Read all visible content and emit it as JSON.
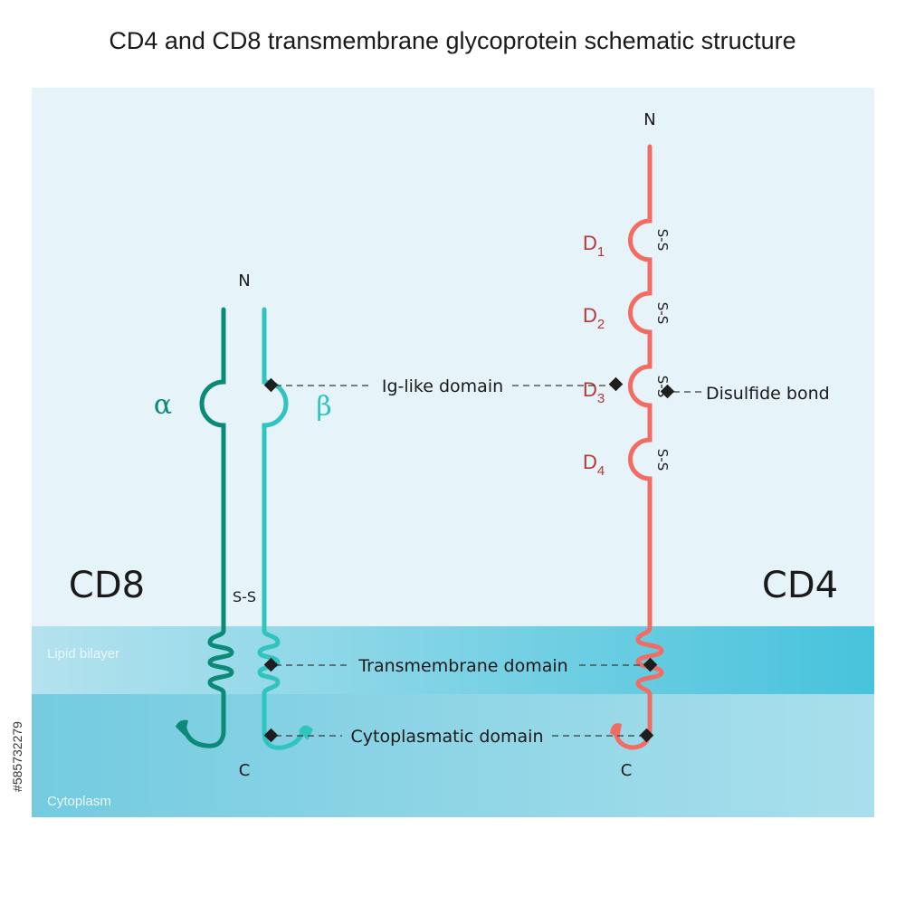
{
  "title": "CD4 and CD8 transmembrane glycoprotein schematic structure",
  "regions": {
    "lipid_bilayer": "Lipid bilayer",
    "cytoplasm": "Cytoplasm"
  },
  "cd8": {
    "name": "CD8",
    "n_terminus": "N",
    "c_terminus": "C",
    "alpha": "α",
    "beta": "β",
    "disulfide": "S-S"
  },
  "cd4": {
    "name": "CD4",
    "n_terminus": "N",
    "c_terminus": "C",
    "domain_letter": "D",
    "domains": [
      "1",
      "2",
      "3",
      "4"
    ],
    "disulfide": "S-S"
  },
  "annotations": {
    "ig_like": "Ig-like domain",
    "disulfide_bond": "Disulfide bond",
    "transmembrane": "Transmembrane domain",
    "cytoplasmatic": "Cytoplasmatic domain"
  },
  "stock_id": "#585732279",
  "colors": {
    "cd8_alpha": "#0b8a78",
    "cd8_beta": "#2fc4c0",
    "cd4": "#f36c64",
    "domain_label": "#b5373a",
    "extracellular_bg": "#e6f3f8",
    "bilayer_light": "#a6dbe9",
    "bilayer_dark": "#4ac4db",
    "cytoplasm": "#86d2e4"
  }
}
